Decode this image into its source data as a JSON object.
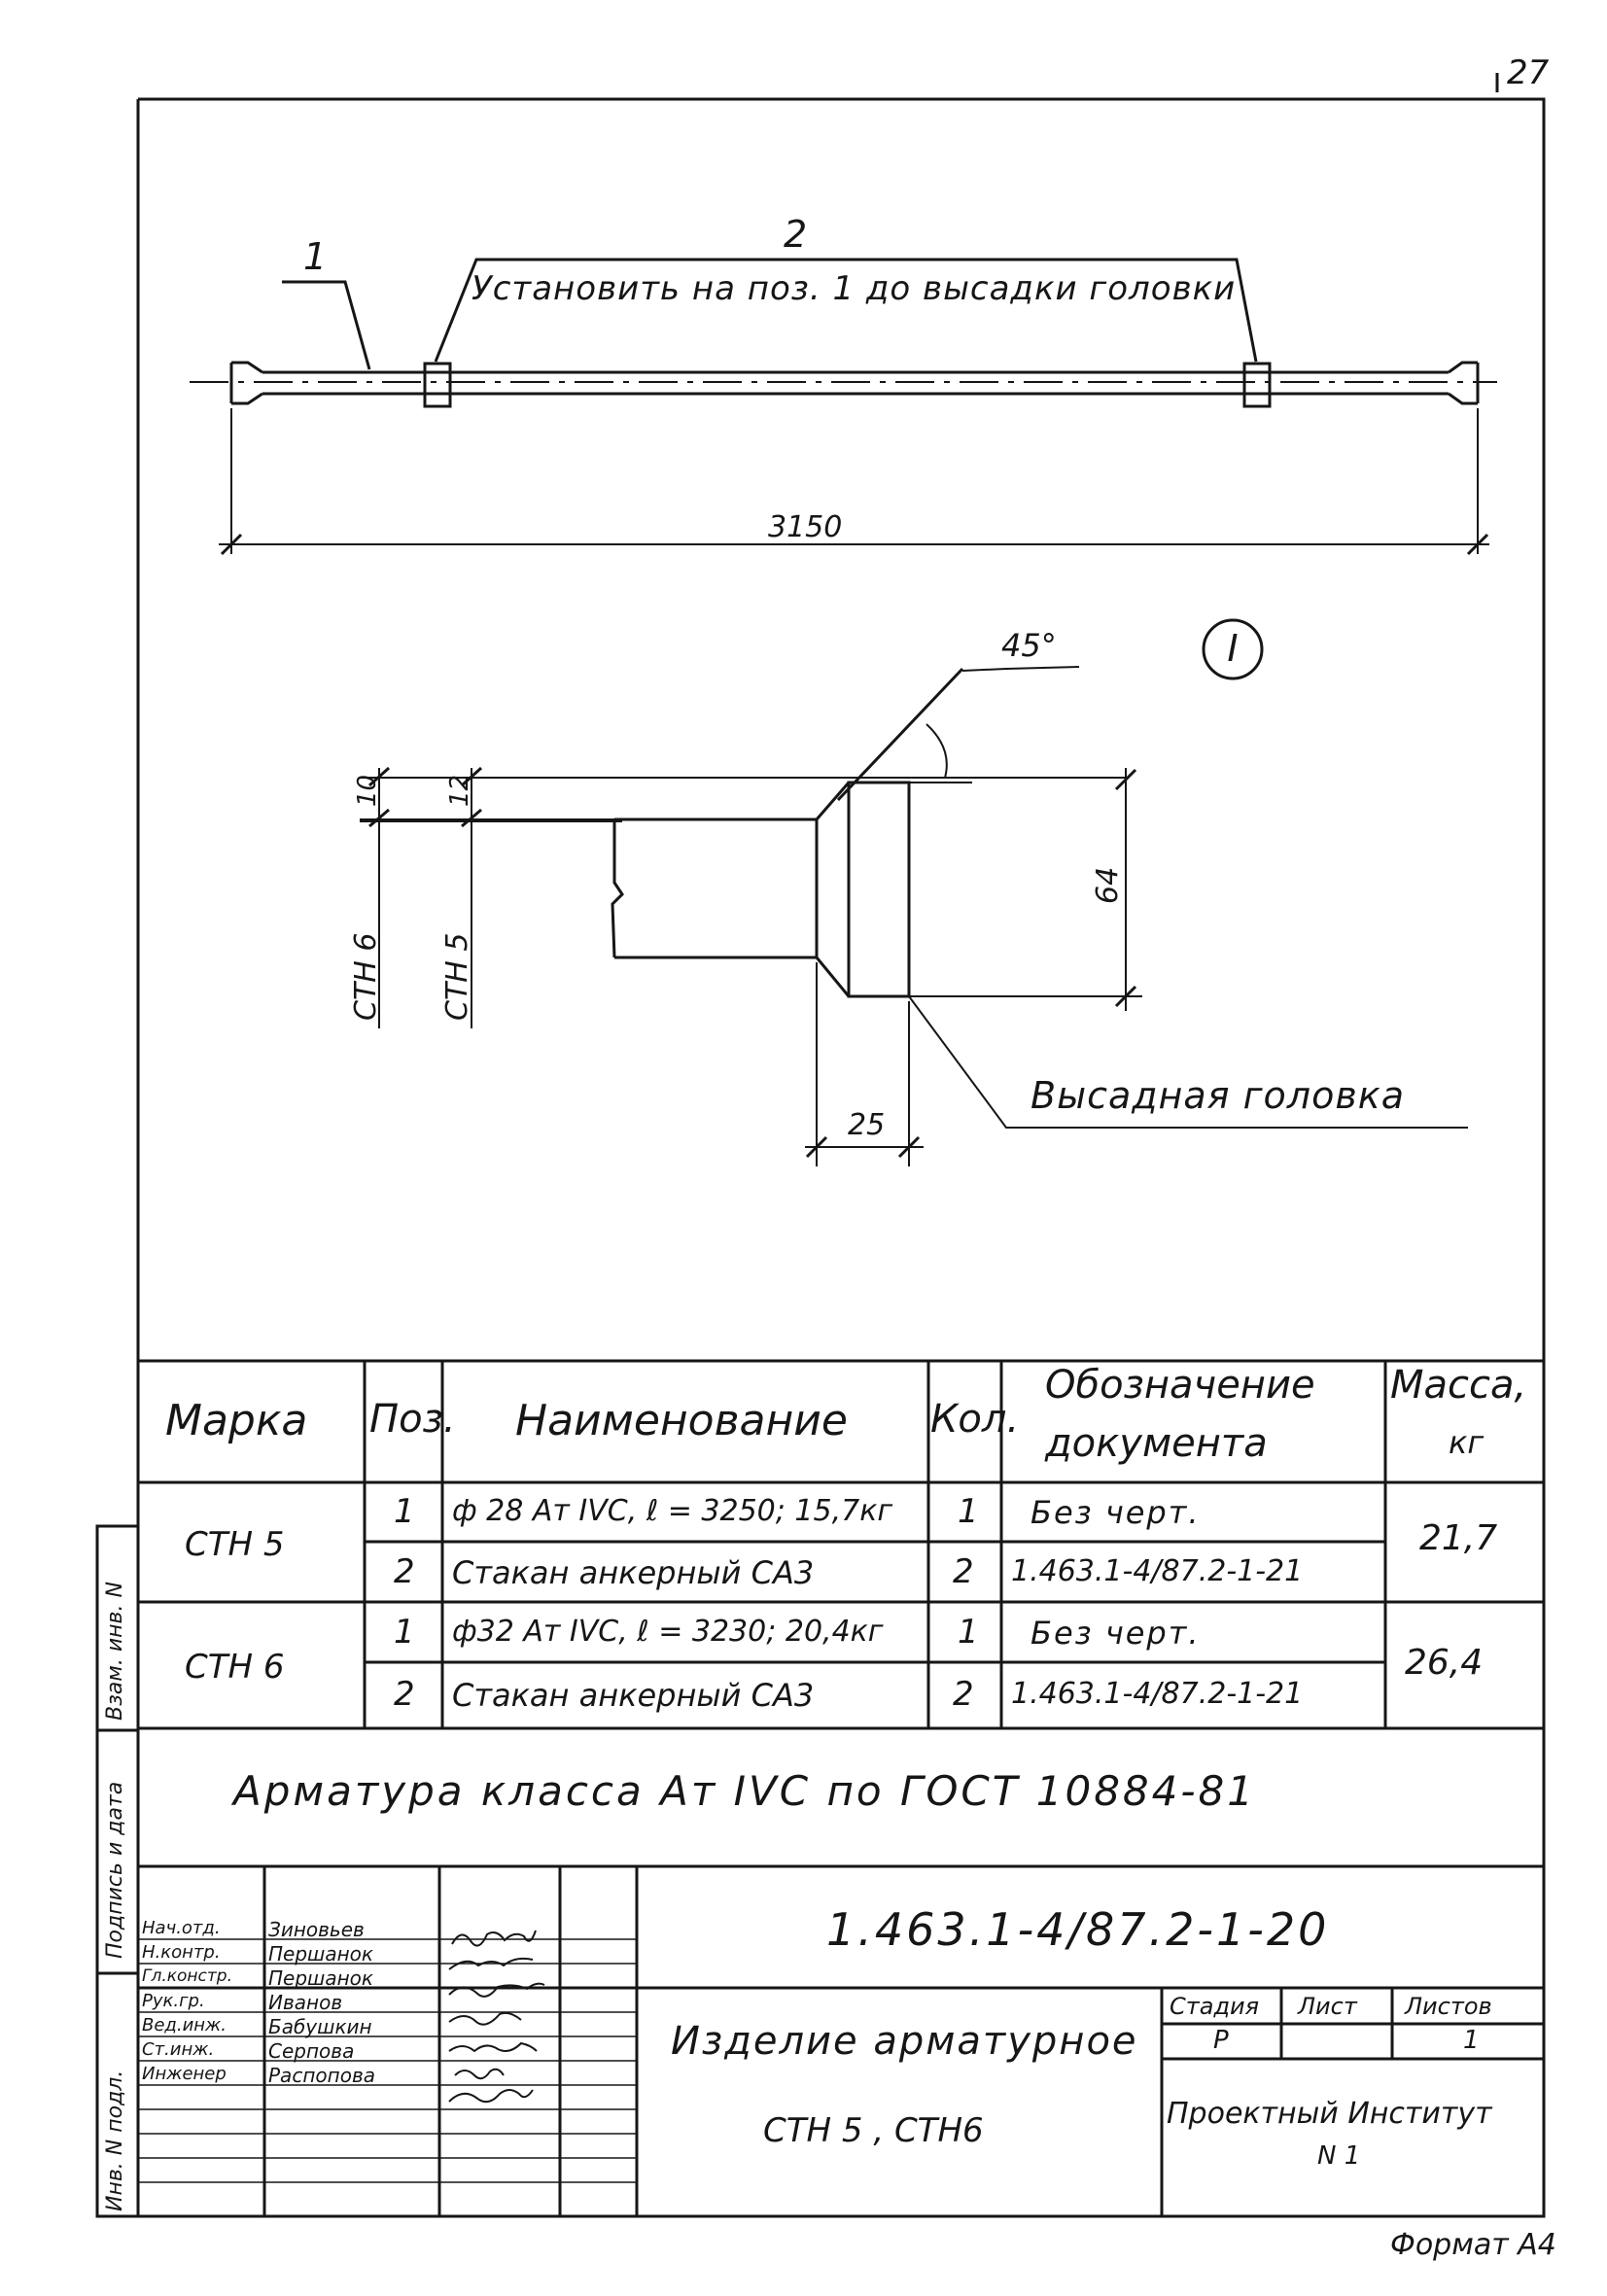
{
  "sheet_number": "27",
  "format": "Формат А4",
  "drawing": {
    "label_pos1": "1",
    "label_pos2": "2",
    "note": "Установить на поз. 1 до высадки головки",
    "length": "3150",
    "detail_mark": "I",
    "angle": "45°",
    "dim_10": "10",
    "dim_12": "12",
    "dim_64": "64",
    "dim_25": "25",
    "label_sth6": "СТН 6",
    "label_sth5": "СТН 5",
    "head_label": "Высадная головка"
  },
  "spec_table": {
    "headers": {
      "mark": "Марка",
      "pos": "Поз.",
      "name": "Наименование",
      "qty": "Кол.",
      "doc_line1": "Обозначение",
      "doc_line2": "документа",
      "mass_line1": "Масса,",
      "mass_line2": "кг"
    },
    "groups": [
      {
        "mark": "СТН 5",
        "mass": "21,7",
        "rows": [
          {
            "pos": "1",
            "name": "ф 28 Ат IVС, ℓ = 3250; 15,7кг",
            "qty": "1",
            "doc": "Без черт."
          },
          {
            "pos": "2",
            "name": "Стакан анкерный СА3",
            "qty": "2",
            "doc": "1.463.1-4/87.2-1-21"
          }
        ]
      },
      {
        "mark": "СТН 6",
        "mass": "26,4",
        "rows": [
          {
            "pos": "1",
            "name": "ф32 Ат IVС, ℓ = 3230; 20,4кг",
            "qty": "1",
            "doc": "Без черт."
          },
          {
            "pos": "2",
            "name": "Стакан анкерный СА3",
            "qty": "2",
            "doc": "1.463.1-4/87.2-1-21"
          }
        ]
      }
    ],
    "note": "Арматура класса Ат IVС по ГОСТ 10884-81"
  },
  "title_block": {
    "designation": "1.463.1-4/87.2-1-20",
    "people": [
      {
        "role": "Нач.отд.",
        "name": "Зиновьев"
      },
      {
        "role": "Н.контр.",
        "name": "Першанок"
      },
      {
        "role": "Гл.констр.",
        "name": "Першанок"
      },
      {
        "role": "Рук.гр.",
        "name": "Иванов"
      },
      {
        "role": "Вед.инж.",
        "name": "Бабушкин"
      },
      {
        "role": "Ст.инж.",
        "name": "Серпова"
      },
      {
        "role": "Инженер",
        "name": "Распопова"
      }
    ],
    "item_name_line1": "Изделие арматурное",
    "item_name_line2": "СТН 5 , СТН6",
    "stage_header": "Стадия",
    "sheet_header": "Лист",
    "sheets_header": "Листов",
    "stage_value": "Р",
    "sheet_value": "",
    "sheets_value": "1",
    "org_line1": "Проектный Институт",
    "org_line2": "N 1"
  },
  "side_stamp": {
    "inv_replace": "Взам. инв. N",
    "sign_date": "Подпись и дата",
    "inv_orig": "Инв. N подл."
  }
}
